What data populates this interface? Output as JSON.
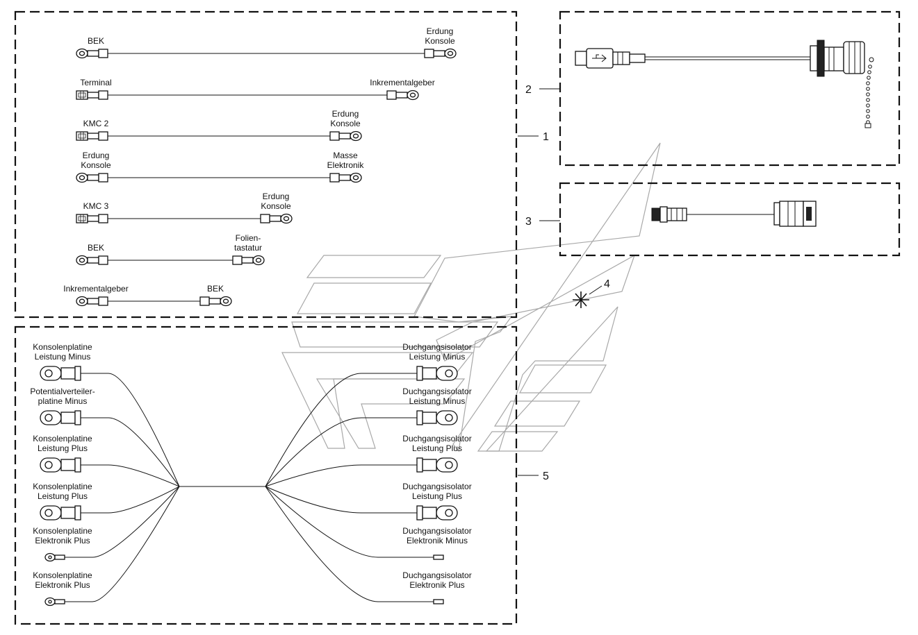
{
  "callouts": [
    "1",
    "2",
    "3",
    "4",
    "5"
  ],
  "group1": {
    "cables": [
      {
        "left": [
          "BEK"
        ],
        "right": [
          "Erdung",
          "Konsole"
        ],
        "left_end": "ring-lug",
        "right_end": "ring-lug"
      },
      {
        "left": [
          "Terminal"
        ],
        "right": [
          "Inkrementalgeber"
        ],
        "left_end": "flat-plug",
        "right_end": "ring-lug"
      },
      {
        "left": [
          "KMC 2"
        ],
        "right": [
          "Erdung",
          "Konsole"
        ],
        "left_end": "flat-plug",
        "right_end": "ring-lug"
      },
      {
        "left": [
          "Erdung",
          "Konsole"
        ],
        "right": [
          "Masse",
          "Elektronik"
        ],
        "left_end": "ring-lug",
        "right_end": "ring-lug"
      },
      {
        "left": [
          "KMC 3"
        ],
        "right": [
          "Erdung",
          "Konsole"
        ],
        "left_end": "flat-plug",
        "right_end": "ring-lug"
      },
      {
        "left": [
          "BEK"
        ],
        "right": [
          "Folien-",
          "tastatur"
        ],
        "left_end": "ring-lug",
        "right_end": "ring-lug"
      },
      {
        "left": [
          "Inkrementalgeber"
        ],
        "right": [
          "BEK"
        ],
        "left_end": "ring-lug",
        "right_end": "ring-lug"
      }
    ]
  },
  "group2": {
    "parts": [
      "usb-plug",
      "cable",
      "panel-socket",
      "dust-cap",
      "chain"
    ]
  },
  "group3": {
    "parts": [
      "rj-plug",
      "cable",
      "panel-socket"
    ]
  },
  "group5": {
    "left": [
      [
        "Konsolenplatine",
        "Leistung Minus"
      ],
      [
        "Potentialverteiler-",
        "platine Minus"
      ],
      [
        "Konsolenplatine",
        "Leistung Plus"
      ],
      [
        "Konsolenplatine",
        "Leistung Plus"
      ],
      [
        "Konsolenplatine",
        "Elektronik Plus"
      ],
      [
        "Konsolenplatine",
        "Elektronik Plus"
      ]
    ],
    "right": [
      [
        "Duchgangsisolator",
        "Leistung Minus"
      ],
      [
        "Duchgangsisolator",
        "Leistung Minus"
      ],
      [
        "Duchgangsisolator",
        "Leistung Plus"
      ],
      [
        "Duchgangsisolator",
        "Leistung Plus"
      ],
      [
        "Duchgangsisolator",
        "Elektronik Minus"
      ],
      [
        "Duchgangsisolator",
        "Elektronik Plus"
      ]
    ]
  },
  "colors": {
    "line": "#111111",
    "watermark": "#a8a8a8",
    "background": "#ffffff"
  }
}
